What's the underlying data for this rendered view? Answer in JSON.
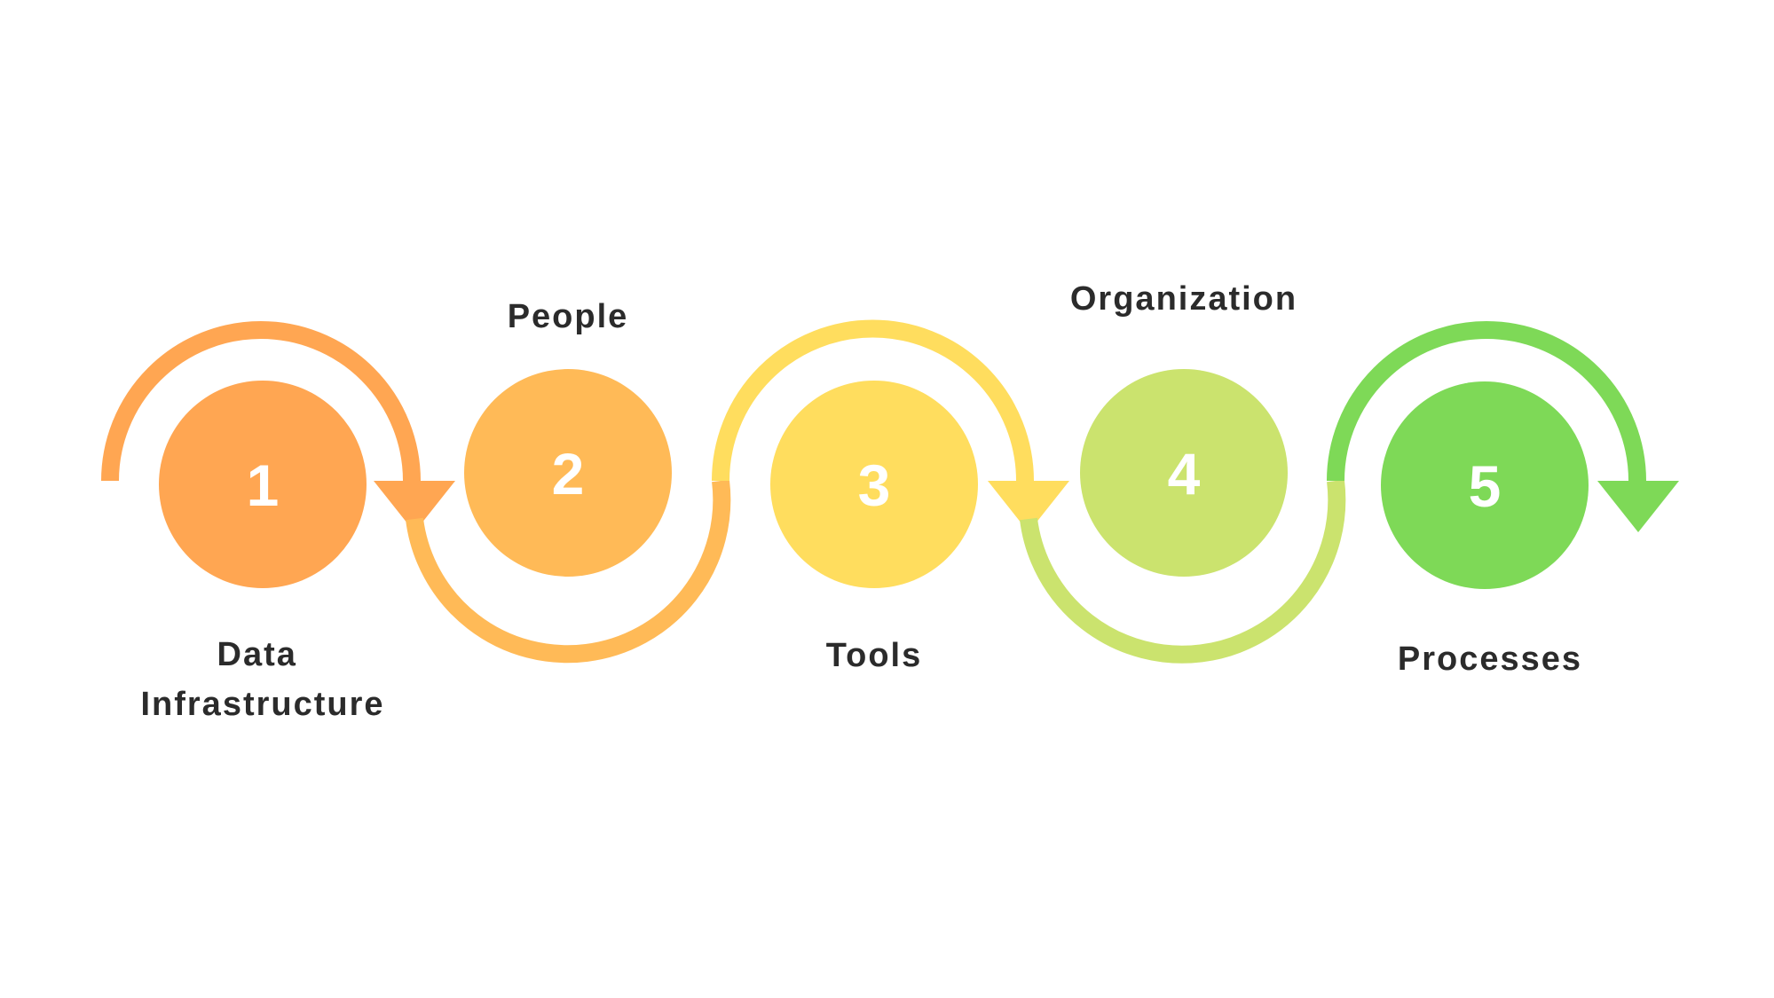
{
  "steps": [
    {
      "number": "1",
      "label_lines": [
        "Data",
        "Infrastructure"
      ],
      "color": "#FFA652"
    },
    {
      "number": "2",
      "label_lines": [
        "People"
      ],
      "color": "#FFBA57"
    },
    {
      "number": "3",
      "label_lines": [
        "Tools"
      ],
      "color": "#FFDD5E"
    },
    {
      "number": "4",
      "label_lines": [
        "Organization"
      ],
      "color": "#CBE36E"
    },
    {
      "number": "5",
      "label_lines": [
        "Processes"
      ],
      "color": "#7ED957"
    }
  ],
  "arrows": [
    {
      "from": "1",
      "to": "2",
      "color": "#FFA652"
    },
    {
      "from": "2",
      "to": "3",
      "color": "#FFBA57"
    },
    {
      "from": "3",
      "to": "4",
      "color": "#FFDD5E"
    },
    {
      "from": "4",
      "to": "5",
      "color": "#CBE36E"
    },
    {
      "from": "5",
      "to": "end",
      "color": "#7ED957"
    }
  ]
}
